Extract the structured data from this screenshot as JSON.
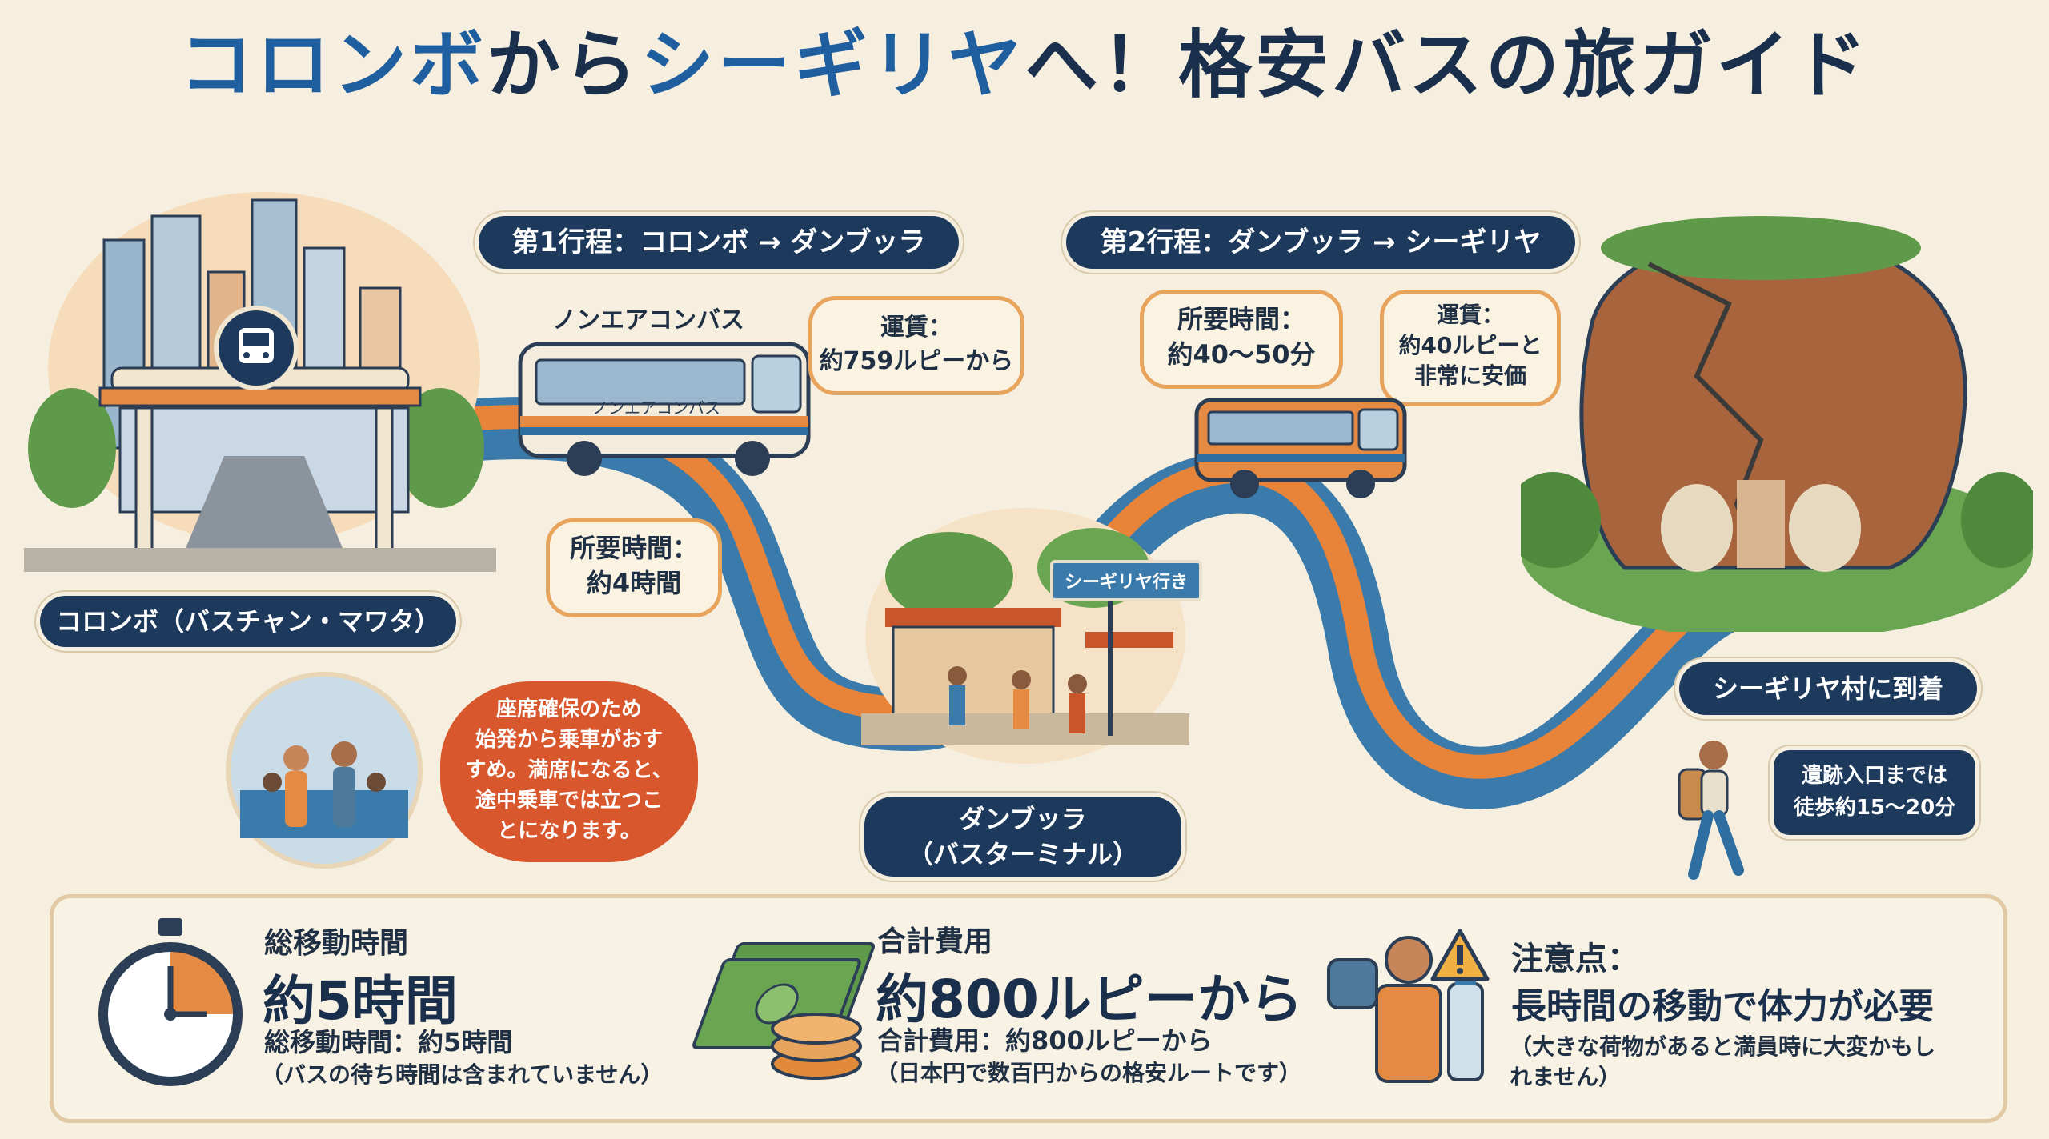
{
  "title": {
    "part1": "コロンボ",
    "part2": "から",
    "part3": "シーギリヤ",
    "part4": "へ！格安バスの旅ガイド"
  },
  "leg1": {
    "label": "第1行程：コロンボ → ダンブッラ",
    "bus_type": "ノンエアコンバス",
    "bus_side_text": "ノンエアコンバス",
    "fare": "運賃：\n約759ルピーから",
    "duration": "所要時間：\n約4時間"
  },
  "leg2": {
    "label": "第2行程：ダンブッラ → シーギリヤ",
    "duration": "所要時間：\n約40〜50分",
    "fare": "運賃：\n約40ルピーと\n非常に安価"
  },
  "places": {
    "colombo": "コロンボ（バスチャン・マワタ）",
    "dambulla": "ダンブッラ\n（バスターミナル）",
    "dambulla_sign": "シーギリヤ行き",
    "sigiriya": "シーギリヤ村に到着"
  },
  "tip_bubble": "座席確保のため\n始発から乗車がおす\nすめ。満席になると、\n途中乗車では立つこ\nとになります。",
  "walk_bubble": "遺跡入口までは\n徒歩約15〜20分",
  "summary": {
    "time": {
      "heading": "総移動時間",
      "value": "約5時間",
      "sub": "総移動時間：約5時間",
      "note": "（バスの待ち時間は含まれていません）"
    },
    "cost": {
      "heading": "合計費用",
      "value": "約800ルピーから",
      "sub": "合計費用：約800ルピーから",
      "note": "（日本円で数百円からの格安ルートです）"
    },
    "caution": {
      "heading": "注意点：",
      "value": "長時間の移動で体力が必要",
      "note": "（大きな荷物があると満員時に大変かもし\nれません）"
    }
  },
  "colors": {
    "navy": "#1d3a5c",
    "road_blue": "#3b7bab",
    "road_orange": "#e8843a",
    "bubble_border": "#e8a35c",
    "tip_bg": "#d9572c",
    "title_blue": "#1f5fa0"
  }
}
